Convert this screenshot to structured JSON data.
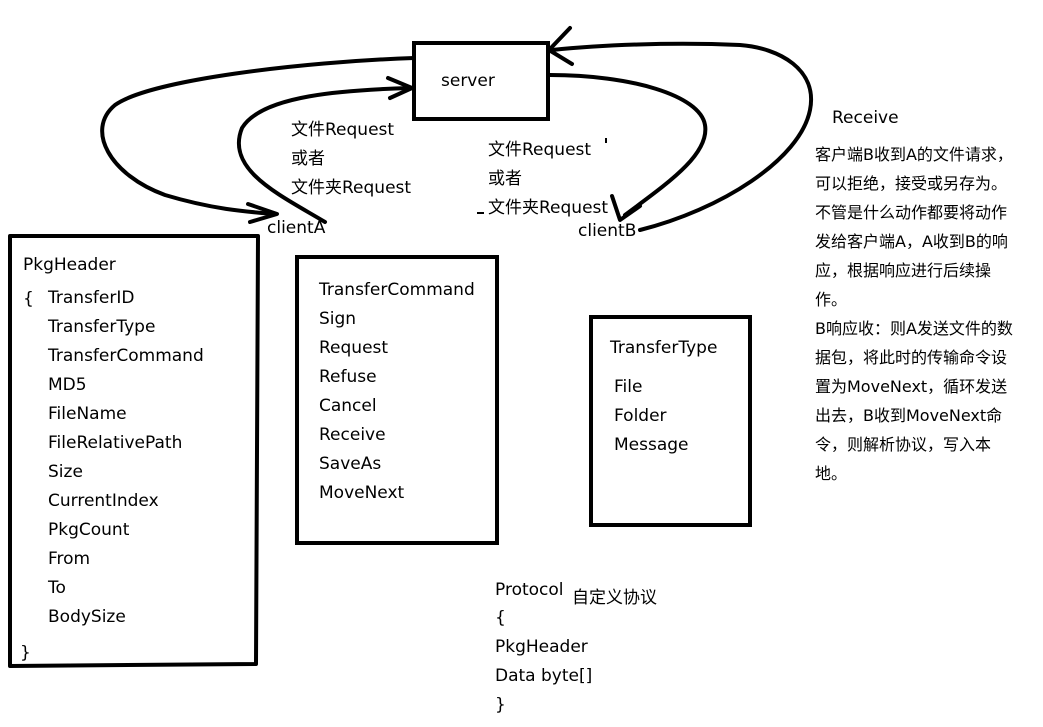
{
  "server": {
    "label": "server"
  },
  "clientA": {
    "label": "clientA"
  },
  "clientB": {
    "label": "clientB"
  },
  "request_left": {
    "line1": "文件Request",
    "line2": "或者",
    "line3": "文件夹Request"
  },
  "request_mid": {
    "line1": "文件Request",
    "line2": "或者",
    "line3": "文件夹Request"
  },
  "receive": {
    "title": "Receive",
    "lines": [
      "客户端B收到A的文件请求，",
      "可以拒绝，接受或另存为。",
      "不管是什么动作都要将动作",
      "发给客户端A，A收到B的响",
      "应，根据响应进行后续操",
      "作。",
      "B响应收：则A发送文件的数",
      "据包，将此时的传输命令设",
      "置为MoveNext，循环发送",
      "出去，B收到MoveNext命",
      "令，则解析协议，写入本",
      "地。"
    ]
  },
  "pkg_header": {
    "title": "PkgHeader",
    "open_brace": "{",
    "close_brace": "}",
    "fields": [
      "TransferID",
      "TransferType",
      "TransferCommand",
      "MD5",
      "FileName",
      "FileRelativePath",
      "Size",
      "CurrentIndex",
      "PkgCount",
      "From",
      "To",
      "BodySize"
    ]
  },
  "transfer_command": {
    "items": [
      "TransferCommand",
      "Sign",
      "Request",
      "Refuse",
      "Cancel",
      "Receive",
      "SaveAs",
      "MoveNext"
    ]
  },
  "transfer_type": {
    "title": "TransferType",
    "items": [
      "File",
      "Folder",
      "Message"
    ]
  },
  "protocol": {
    "title": "Protocol",
    "subtitle": "自定义协议",
    "lines": [
      "{",
      "PkgHeader",
      "Data byte[]",
      "}"
    ]
  }
}
